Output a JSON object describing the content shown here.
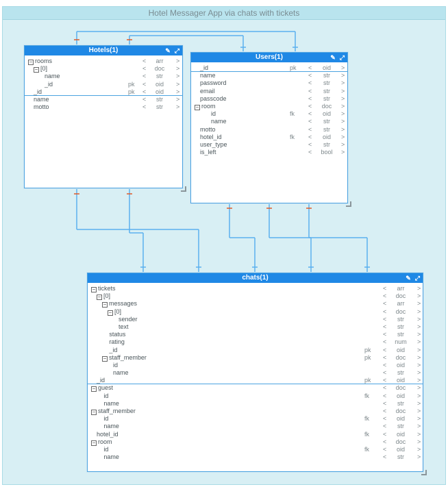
{
  "diagram_title": "Hotel Messager App via chats with tickets",
  "colors": {
    "header": "#1f88e5",
    "link": "#5ab0ee",
    "link_mark": "#e05a2b",
    "canvas": "#d8eff4"
  },
  "icons": [
    "pencil-icon",
    "expand-icon",
    "collapse-toggle-icon"
  ],
  "entities": {
    "hotels": {
      "name": "Hotels(1)",
      "fields": [
        {
          "name": "rooms",
          "key": "",
          "type": "arr",
          "indent": 0,
          "toggle": true
        },
        {
          "name": "[0]",
          "key": "",
          "type": "doc",
          "indent": 1,
          "toggle": true
        },
        {
          "name": "name",
          "key": "",
          "type": "str",
          "indent": 3
        },
        {
          "name": "_id",
          "key": "pk",
          "type": "oid",
          "indent": 3
        },
        {
          "name": "_id",
          "key": "pk",
          "type": "oid",
          "indent": 1,
          "sep": true
        },
        {
          "name": "name",
          "key": "",
          "type": "str",
          "indent": 1
        },
        {
          "name": "motto",
          "key": "",
          "type": "str",
          "indent": 1
        }
      ]
    },
    "users": {
      "name": "Users(1)",
      "fields": [
        {
          "name": "_id",
          "key": "pk",
          "type": "oid",
          "indent": 1,
          "sep": true
        },
        {
          "name": "name",
          "key": "",
          "type": "str",
          "indent": 1
        },
        {
          "name": "password",
          "key": "",
          "type": "str",
          "indent": 1
        },
        {
          "name": "email",
          "key": "",
          "type": "str",
          "indent": 1
        },
        {
          "name": "passcode",
          "key": "",
          "type": "str",
          "indent": 1
        },
        {
          "name": "room",
          "key": "",
          "type": "doc",
          "indent": 0,
          "toggle": true
        },
        {
          "name": "id",
          "key": "fk",
          "type": "oid",
          "indent": 3
        },
        {
          "name": "name",
          "key": "",
          "type": "str",
          "indent": 3
        },
        {
          "name": "motto",
          "key": "",
          "type": "str",
          "indent": 1
        },
        {
          "name": "hotel_id",
          "key": "fk",
          "type": "oid",
          "indent": 1
        },
        {
          "name": "user_type",
          "key": "",
          "type": "str",
          "indent": 1
        },
        {
          "name": "is_left",
          "key": "",
          "type": "bool",
          "indent": 1
        }
      ]
    },
    "chats": {
      "name": "chats(1)",
      "fields": [
        {
          "name": "tickets",
          "key": "",
          "type": "arr",
          "indent": 0,
          "toggle": true
        },
        {
          "name": "[0]",
          "key": "",
          "type": "doc",
          "indent": 1,
          "toggle": true
        },
        {
          "name": "messages",
          "key": "",
          "type": "arr",
          "indent": 2,
          "toggle": true
        },
        {
          "name": "[0]",
          "key": "",
          "type": "doc",
          "indent": 3,
          "toggle": true
        },
        {
          "name": "sender",
          "key": "",
          "type": "str",
          "indent": 5
        },
        {
          "name": "text",
          "key": "",
          "type": "str",
          "indent": 5
        },
        {
          "name": "status",
          "key": "",
          "type": "str",
          "indent": 3.3
        },
        {
          "name": "rating",
          "key": "",
          "type": "num",
          "indent": 3.3
        },
        {
          "name": "_id",
          "key": "pk",
          "type": "oid",
          "indent": 3.3
        },
        {
          "name": "staff_member",
          "key": "pk",
          "type": "doc",
          "indent": 2,
          "toggle": true
        },
        {
          "name": "id",
          "key": "",
          "type": "oid",
          "indent": 4
        },
        {
          "name": "name",
          "key": "",
          "type": "str",
          "indent": 4
        },
        {
          "name": "_id",
          "key": "pk",
          "type": "oid",
          "indent": 1,
          "sep": true
        },
        {
          "name": "guest",
          "key": "",
          "type": "doc",
          "indent": 0,
          "toggle": true
        },
        {
          "name": "id",
          "key": "fk",
          "type": "oid",
          "indent": 2.3
        },
        {
          "name": "name",
          "key": "",
          "type": "str",
          "indent": 2.3
        },
        {
          "name": "staff_member",
          "key": "",
          "type": "doc",
          "indent": 0,
          "toggle": true
        },
        {
          "name": "id",
          "key": "fk",
          "type": "oid",
          "indent": 2.3
        },
        {
          "name": "name",
          "key": "",
          "type": "str",
          "indent": 2.3
        },
        {
          "name": "hotel_id",
          "key": "fk",
          "type": "oid",
          "indent": 1
        },
        {
          "name": "room",
          "key": "",
          "type": "doc",
          "indent": 0,
          "toggle": true
        },
        {
          "name": "id",
          "key": "fk",
          "type": "oid",
          "indent": 2.3
        },
        {
          "name": "name",
          "key": "",
          "type": "str",
          "indent": 2.3
        }
      ]
    }
  }
}
